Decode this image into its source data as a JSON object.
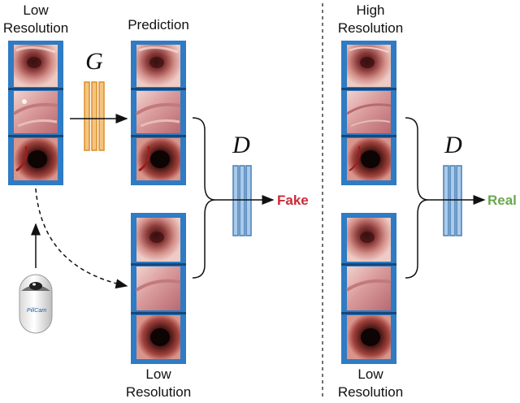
{
  "generator": {
    "symbol": "G"
  },
  "discriminator_left": {
    "symbol": "D",
    "output": "Fake",
    "output_color": "#cc2a36"
  },
  "discriminator_right": {
    "symbol": "D",
    "output": "Real",
    "output_color": "#6aa84f"
  },
  "labels": {
    "low_resolution_top": [
      "Low",
      "Resolution"
    ],
    "prediction": "Prediction",
    "low_resolution_bottom": [
      "Low",
      "Resolution"
    ],
    "high_resolution": [
      "High",
      "Resolution"
    ],
    "low_resolution_right": [
      "Low",
      "Resolution"
    ]
  },
  "capsule": {
    "brand": "PillCam"
  },
  "colors": {
    "frame_blue": "#2f7bc4",
    "generator_fill": "#f7c47e",
    "generator_stroke": "#d88f2c",
    "discriminator_fill": "#a9cbec",
    "discriminator_stroke": "#4a7fb3"
  }
}
